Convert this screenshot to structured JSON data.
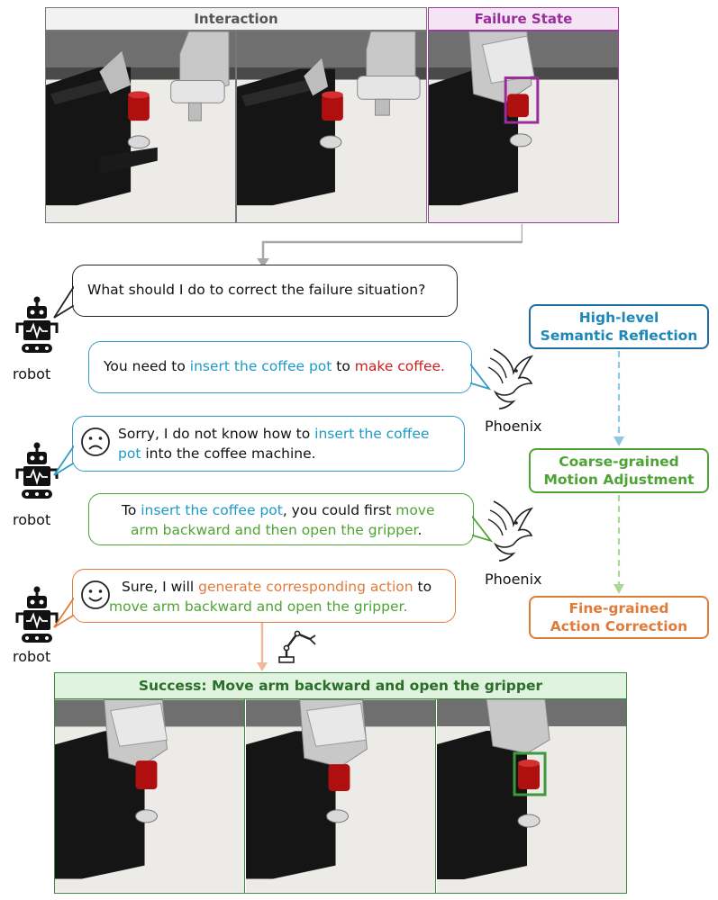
{
  "headers": {
    "interaction": "Interaction",
    "failure_state": "Failure State",
    "success": "Success: Move arm backward and open the gripper"
  },
  "roles": {
    "robot": "robot",
    "phoenix": "Phoenix"
  },
  "dialogue": {
    "q1": "What should I do to correct the failure situation?",
    "a1": [
      {
        "t": "You need to ",
        "c": "plain"
      },
      {
        "t": "insert the coffee pot",
        "c": "blue"
      },
      {
        "t": " to ",
        "c": "plain"
      },
      {
        "t": "make coffee.",
        "c": "red"
      }
    ],
    "q2_line1": [
      {
        "t": "Sorry, I do not know how to ",
        "c": "plain"
      },
      {
        "t": "insert the coffee",
        "c": "blue"
      }
    ],
    "q2_line2": [
      {
        "t": "pot",
        "c": "blue"
      },
      {
        "t": " into the coffee machine.",
        "c": "plain"
      }
    ],
    "a2_line1": [
      {
        "t": "To ",
        "c": "plain"
      },
      {
        "t": "insert the coffee pot",
        "c": "blue"
      },
      {
        "t": ", you could first ",
        "c": "plain"
      },
      {
        "t": "move",
        "c": "green"
      }
    ],
    "a2_line2": [
      {
        "t": "arm backward and then open the gripper",
        "c": "green"
      },
      {
        "t": ".",
        "c": "plain"
      }
    ],
    "r3_line1": [
      {
        "t": "Sure, I will ",
        "c": "plain"
      },
      {
        "t": "generate corresponding action",
        "c": "orange"
      },
      {
        "t": " to",
        "c": "plain"
      }
    ],
    "r3_line2": [
      {
        "t": "move arm backward and open the gripper.",
        "c": "green"
      }
    ]
  },
  "stages": {
    "s1_line1": "High-level",
    "s1_line2": "Semantic Reflection",
    "s2_line1": "Coarse-grained",
    "s2_line2": "Motion Adjustment",
    "s3_line1": "Fine-grained",
    "s3_line2": "Action Correction"
  },
  "colors": {
    "blue": "#1d9ac8",
    "red": "#cc1f1f",
    "green": "#4ea335",
    "orange": "#e07b3a",
    "purple": "#9b2c9b",
    "success_green": "#3c8a3c"
  },
  "icons": [
    "robot-icon",
    "phoenix-icon",
    "sad-face-icon",
    "smile-face-icon",
    "robot-arm-icon"
  ]
}
